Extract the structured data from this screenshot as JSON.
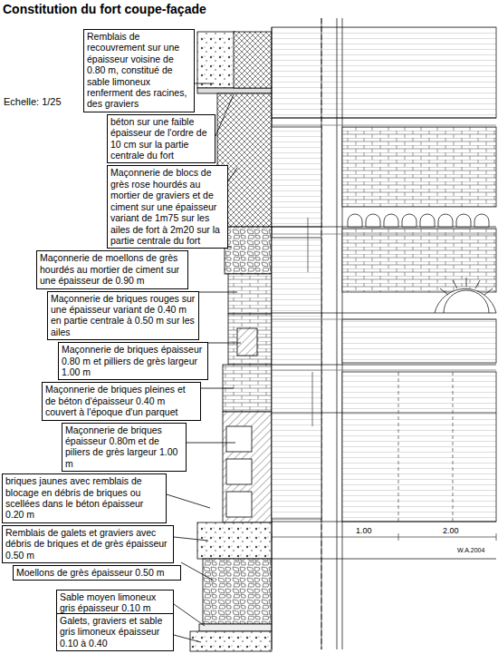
{
  "diagram": {
    "title": "Constitution du fort coupe-façade",
    "nodes": [
      {
        "text": [
          "Remblais de recouvrement sur une épaisseur voisine de 0.80 m, constitué de sable limoneux renferment des racines, des graviers"
        ]
      },
      {
        "text": [
          "béton sur une faible épaisseur de l'ordre de 10 cm sur la partie centrale du fort"
        ]
      },
      {
        "text": [
          "Maçonnerie de blocs de grès rose hourdés au mortier de graviers et de ciment sur une épaisseur variant de 1m75 sur les ailes de fort à 2m20 sur la partie centrale du fort"
        ]
      },
      {
        "text": [
          "Maçonnerie de moellons de grès hourdés au mortier de ciment sur une épaisseur de 0.90 m"
        ]
      },
      {
        "text": [
          "Maçonnerie de briques rouges sur une épaisseur variant de 0.40 m en partie centrale à 0.50 m sur les ailes"
        ]
      },
      {
        "text": [
          "Maçonnerie de briques épaisseur 0.80 m et pilliers de grès largeur 1.00 m"
        ]
      },
      {
        "text": [
          "Maçonnerie de briques pleines et de béton d'épaisseur 0.40 m couvert à l'époque d'un parquet"
        ]
      },
      {
        "text": [
          "Maçonnerie de briques épaisseur 0.80m et de piliers de grès largeur 1.00 m"
        ]
      },
      {
        "text": [
          "briques jaunes avec remblais de blocage en débris de briques ou scellées dans le béton épaisseur 0.20 m"
        ]
      },
      {
        "text": [
          "Remblais de galets et graviers avec débris de briques et de grès épaisseur 0.50 m"
        ]
      },
      {
        "text": [
          "Moellons de grès épaisseur 0.50 m"
        ]
      },
      {
        "text": [
          "Sable moyen limoneux gris épaisseur 0.10 m"
        ]
      },
      {
        "text": [
          "Galets, graviers et sable gris limoneux épaisseur 0.10 à 0.40"
        ]
      }
    ],
    "labels": [
      "Echelle: 1/25",
      "1.00",
      "2.00",
      "W.A.2004"
    ]
  }
}
